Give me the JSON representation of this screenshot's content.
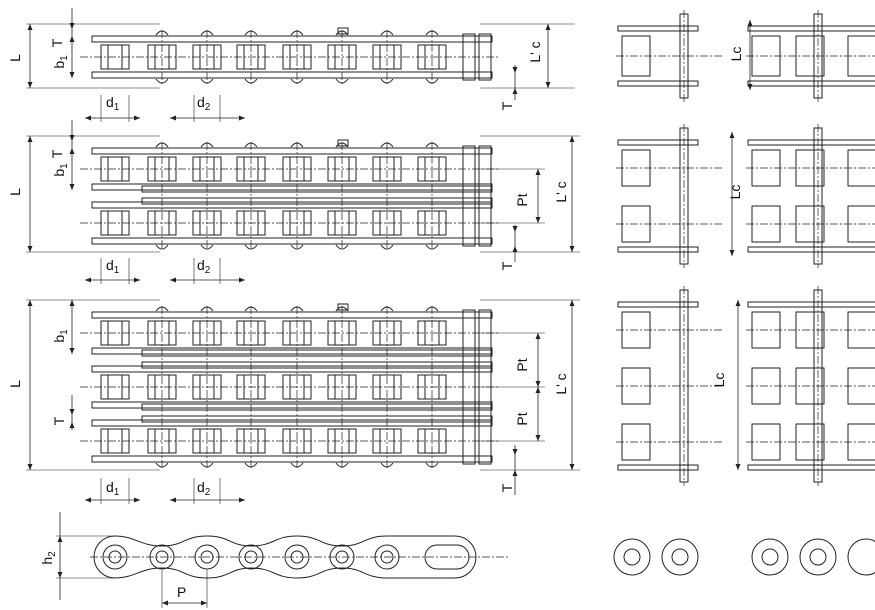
{
  "labels": {
    "L": "L",
    "T": "T",
    "b1": "b",
    "b1_sub": "1",
    "d1": "d",
    "d1_sub": "1",
    "d2": "d",
    "d2_sub": "2",
    "Lc_prime": "L' c",
    "Lc": "Lc",
    "Pt": "Pt",
    "h2": "h",
    "h2_sub": "2",
    "P": "P"
  },
  "colors": {
    "line": "#222222",
    "background": "#ffffff"
  }
}
